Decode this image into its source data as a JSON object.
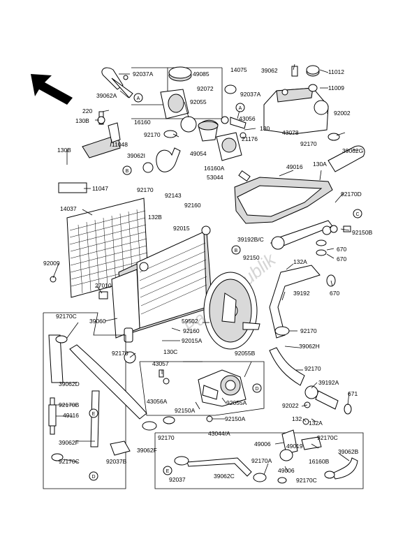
{
  "watermark": "PartsRepublik",
  "direction_arrow_icon": "front-direction-arrow",
  "callouts": [
    "A",
    "B",
    "C",
    "D",
    "E"
  ],
  "labels": {
    "p92037A_top": "92037A",
    "p49085": "49085",
    "p14075": "14075",
    "p39062A": "39062A",
    "p92072": "92072",
    "p92037A_mid": "92037A",
    "p39062_top": "39062",
    "p11012": "11012",
    "p11009": "11009",
    "p92002": "92002",
    "p220": "220",
    "p130B_left": "130B",
    "p92055": "92055",
    "p43056": "43056",
    "p43078": "43078",
    "p16160": "16160",
    "p130_mid": "130",
    "p92170_r1": "92170",
    "p39062G": "39062G",
    "p92170_l1": "92170",
    "p11048": "11048",
    "p21176": "21176",
    "p130B_l2": "130B",
    "p49054": "49054",
    "p39062I": "39062I",
    "p16160A": "16160A",
    "p49016": "49016",
    "p130A_r": "130A",
    "p53044": "53044",
    "p92170_l2": "92170",
    "p11047": "11047",
    "p92143": "92143",
    "p92170D": "92170D",
    "p14037": "14037",
    "p92160_1": "92160",
    "p132B": "132B",
    "p92150B": "92150B",
    "p92015": "92015",
    "p39192B": "39192B/C",
    "p670_1": "670",
    "p670_2": "670",
    "p92009": "92009",
    "p92150": "92150",
    "p132A_1": "132A",
    "p27010": "27010",
    "p670_3": "670",
    "p39192": "39192",
    "p92170C_l": "92170C",
    "p39060": "39060",
    "p59502": "59502",
    "p92160_2": "92160",
    "p92170_r2": "92170",
    "p92015A": "92015A",
    "p39062H": "39062H",
    "p92170_l3": "92170",
    "p130C": "130C",
    "p92055B": "92055B",
    "p43057": "43057",
    "p92170_r3": "92170",
    "p39062D": "39062D",
    "p39192A": "39192A",
    "p43056A": "43056A",
    "p92055A": "92055A",
    "p671": "671",
    "p92170B": "92170B",
    "p92022": "92022",
    "p49116": "49116",
    "p92150A_1": "92150A",
    "p92150A_2": "92150A",
    "p132": "132",
    "p132A_2": "132A",
    "p39062F_l": "39062F",
    "p43044": "43044/A",
    "p92170C_r": "92170C",
    "p92170_l4": "92170",
    "p39062F_c": "39062F",
    "p49006_1": "49006",
    "p49019": "49019",
    "p16160B": "16160B",
    "p39062B": "39062B",
    "p92170C_bl": "92170C",
    "p92037B": "92037B",
    "p92170A": "92170A",
    "p49006_2": "49006",
    "p92037": "92037",
    "p39062C": "39062C",
    "p92170C_br": "92170C"
  }
}
